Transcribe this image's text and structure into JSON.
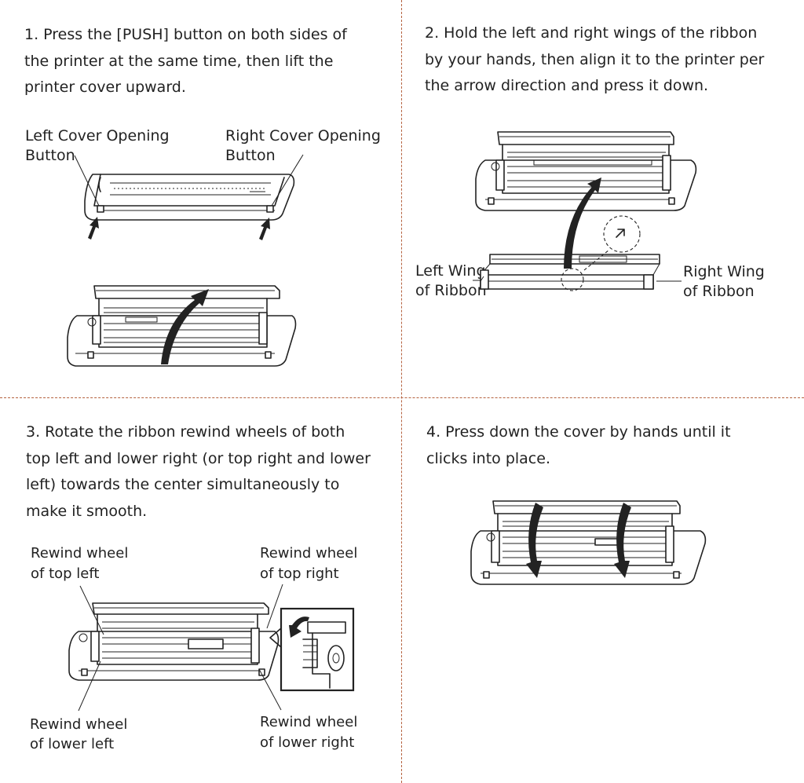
{
  "steps": [
    {
      "text": "1. Press the [PUSH] button on both sides of the printer at the same time, then lift the printer cover upward."
    },
    {
      "text": "2. Hold the left and right wings of the ribbon by your hands, then align it to the printer per the arrow direction and press it down."
    },
    {
      "text": "3. Rotate the ribbon rewind wheels of both top left and lower right (or top right and lower left) towards the center simultaneously to make it smooth."
    },
    {
      "text": "4. Press down the cover by hands until it clicks into place."
    }
  ],
  "labels": {
    "left_cover_1": "Left Cover Opening",
    "left_cover_2": "Button",
    "right_cover_1": "Right Cover Opening",
    "right_cover_2": "Button",
    "left_wing_1": "Left Wing",
    "left_wing_2": "of Ribbon",
    "right_wing_1": "Right Wing",
    "right_wing_2": "of Ribbon",
    "rw_top_left_1": "Rewind wheel",
    "rw_top_left_2": "of top left",
    "rw_top_right_1": "Rewind wheel",
    "rw_top_right_2": "of top right",
    "rw_lower_left_1": "Rewind wheel",
    "rw_lower_left_2": "of lower left",
    "rw_lower_right_1": "Rewind wheel",
    "rw_lower_right_2": "of lower right"
  },
  "colors": {
    "divider": "#b5623f",
    "ink": "#222222"
  }
}
